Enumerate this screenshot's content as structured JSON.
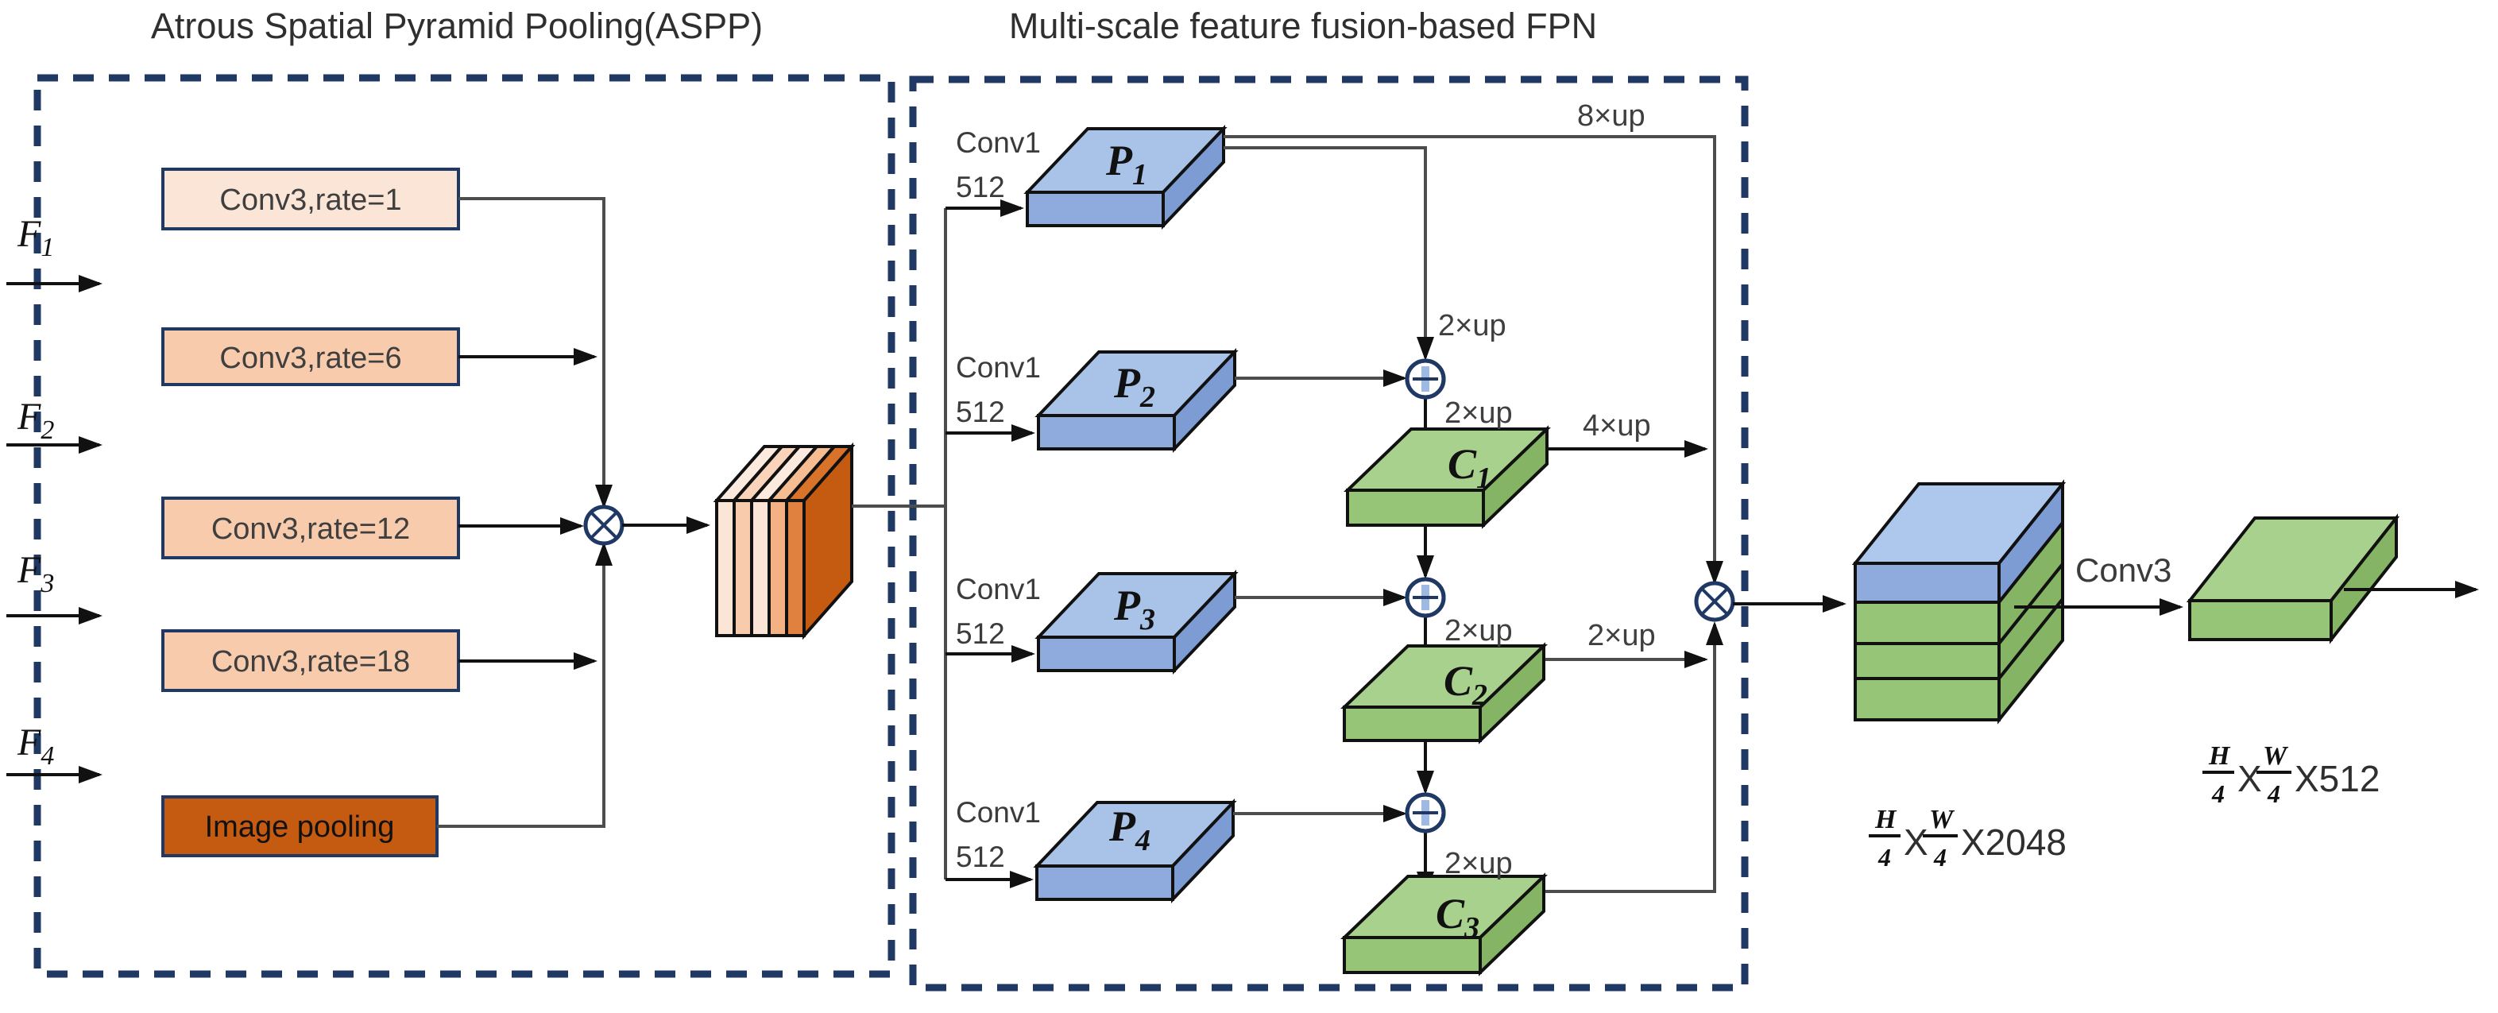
{
  "titles": {
    "aspp": "Atrous Spatial Pyramid Pooling(ASPP)",
    "fpn": "Multi-scale feature fusion-based FPN"
  },
  "inputs": {
    "f1": {
      "base": "F",
      "sub": "1"
    },
    "f2": {
      "base": "F",
      "sub": "2"
    },
    "f3": {
      "base": "F",
      "sub": "3"
    },
    "f4": {
      "base": "F",
      "sub": "4"
    }
  },
  "aspp": {
    "boxes": [
      {
        "label": "Conv3,rate=1"
      },
      {
        "label": "Conv3,rate=6"
      },
      {
        "label": "Conv3,rate=12"
      },
      {
        "label": "Conv3,rate=18"
      },
      {
        "label": "Image pooling"
      }
    ]
  },
  "fpn": {
    "p1": {
      "conv": "Conv1",
      "ch": "512",
      "base": "P",
      "sub": "1"
    },
    "p2": {
      "conv": "Conv1",
      "ch": "512",
      "base": "P",
      "sub": "2"
    },
    "p3": {
      "conv": "Conv1",
      "ch": "512",
      "base": "P",
      "sub": "3"
    },
    "p4": {
      "conv": "Conv1",
      "ch": "512",
      "base": "P",
      "sub": "4"
    },
    "c1": {
      "base": "C",
      "sub": "1"
    },
    "c2": {
      "base": "C",
      "sub": "2"
    },
    "c3": {
      "base": "C",
      "sub": "3"
    },
    "labels": {
      "up8": "8×up",
      "up2_p1_drop": "2×up",
      "up2_c1_in": "2×up",
      "up4": "4×up",
      "up2_c2_in": "2×up",
      "up2_c2_out": "2×up",
      "up2_c3_in": "2×up"
    }
  },
  "output": {
    "conv3": "Conv3",
    "dim_left": {
      "h": "H",
      "d1": "4",
      "x1": "X",
      "w": "W",
      "d2": "4",
      "ch": "X2048"
    },
    "dim_right": {
      "h": "H",
      "d1": "4",
      "x1": "X",
      "w": "W",
      "d2": "4",
      "ch": "X512"
    }
  },
  "colors": {
    "navy_border": "#1F3864",
    "peach_light": "#FBE5D6",
    "peach": "#F8CBAD",
    "orange_dark": "#C55A11",
    "blue_top": "#A8C2E8",
    "blue_front": "#8FAADC",
    "blue_side": "#7C9CD3",
    "green_top": "#A9D18E",
    "green_front": "#97C578",
    "green_side": "#85B464"
  }
}
